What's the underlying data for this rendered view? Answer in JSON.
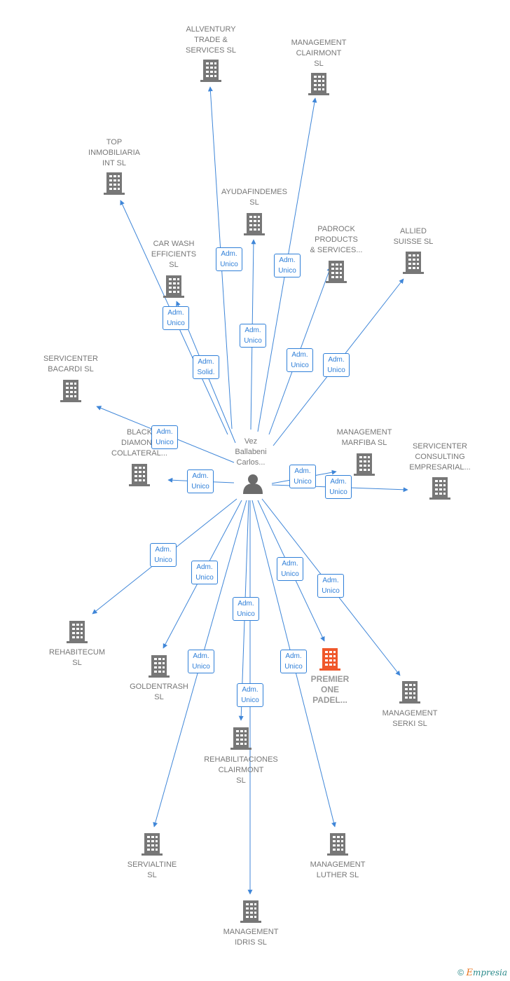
{
  "colors": {
    "edge": "#3f86d8",
    "node": "#777777",
    "highlight": "#f0582b",
    "person": "#6b6b6b"
  },
  "person": {
    "label": "Vez\nBallabeni\nCarlos..."
  },
  "nodes": [
    {
      "id": "allventury",
      "label": "ALLVENTURY\nTRADE &\nSERVICES  SL",
      "highlight": false
    },
    {
      "id": "mgmt-clairmont",
      "label": "MANAGEMENT\nCLAIRMONT\nSL",
      "highlight": false
    },
    {
      "id": "top-inmob",
      "label": "TOP\nINMOBILIARIA\nINT  SL",
      "highlight": false
    },
    {
      "id": "ayudafindemes",
      "label": "AYUDAFINDEMES\nSL",
      "highlight": false
    },
    {
      "id": "padrock",
      "label": "PADROCK\nPRODUCTS\n& SERVICES...",
      "highlight": false
    },
    {
      "id": "allied",
      "label": "ALLIED\nSUISSE  SL",
      "highlight": false
    },
    {
      "id": "carwash",
      "label": "CAR WASH\nEFFICIENTS\nSL",
      "highlight": false
    },
    {
      "id": "bacardi",
      "label": "SERVICENTER\nBACARDI  SL",
      "highlight": false
    },
    {
      "id": "black",
      "label": "BLACK\nDIAMOND\nCOLLATERAL...",
      "highlight": false
    },
    {
      "id": "marfiba",
      "label": "MANAGEMENT\nMARFIBA  SL",
      "highlight": false
    },
    {
      "id": "consulting",
      "label": "SERVICENTER\nCONSULTING\nEMPRESARIAL...",
      "highlight": false
    },
    {
      "id": "rehabitecum",
      "label": "REHABITECUM\nSL",
      "highlight": false
    },
    {
      "id": "goldentrash",
      "label": "GOLDENTRASH\nSL",
      "highlight": false
    },
    {
      "id": "premier",
      "label": "PREMIER\nONE\nPADEL...",
      "highlight": true
    },
    {
      "id": "serki",
      "label": "MANAGEMENT\nSERKI  SL",
      "highlight": false
    },
    {
      "id": "rehab-clairmont",
      "label": "REHABILITACIONES\nCLAIRMONT\nSL",
      "highlight": false
    },
    {
      "id": "servialtine",
      "label": "SERVIALTINE\nSL",
      "highlight": false
    },
    {
      "id": "luther",
      "label": "MANAGEMENT\nLUTHER  SL",
      "highlight": false
    },
    {
      "id": "idris",
      "label": "MANAGEMENT\nIDRIS  SL",
      "highlight": false
    }
  ],
  "edges": [
    {
      "to": "allventury",
      "label": "Adm.\nUnico"
    },
    {
      "to": "mgmt-clairmont",
      "label": "Adm.\nUnico"
    },
    {
      "to": "top-inmob",
      "label": "Adm.\nSolid."
    },
    {
      "to": "ayudafindemes",
      "label": "Adm.\nUnico"
    },
    {
      "to": "padrock",
      "label": "Adm.\nUnico"
    },
    {
      "to": "allied",
      "label": "Adm.\nUnico"
    },
    {
      "to": "carwash",
      "label": "Adm.\nUnico"
    },
    {
      "to": "bacardi",
      "label": "Adm.\nUnico"
    },
    {
      "to": "black",
      "label": "Adm.\nUnico"
    },
    {
      "to": "marfiba",
      "label": "Adm.\nUnico"
    },
    {
      "to": "consulting",
      "label": "Adm.\nUnico"
    },
    {
      "to": "rehabitecum",
      "label": "Adm.\nUnico"
    },
    {
      "to": "goldentrash",
      "label": "Adm.\nUnico"
    },
    {
      "to": "premier",
      "label": "Adm.\nUnico"
    },
    {
      "to": "serki",
      "label": "Adm.\nUnico"
    },
    {
      "to": "rehab-clairmont",
      "label": "Adm.\nUnico"
    },
    {
      "to": "servialtine",
      "label": "Adm.\nUnico"
    },
    {
      "to": "luther",
      "label": "Adm.\nUnico"
    },
    {
      "to": "idris",
      "label": "Adm.\nUnico"
    }
  ],
  "footer": {
    "copyright": "©",
    "brand_initial": "E",
    "brand_rest": "mpresia"
  }
}
